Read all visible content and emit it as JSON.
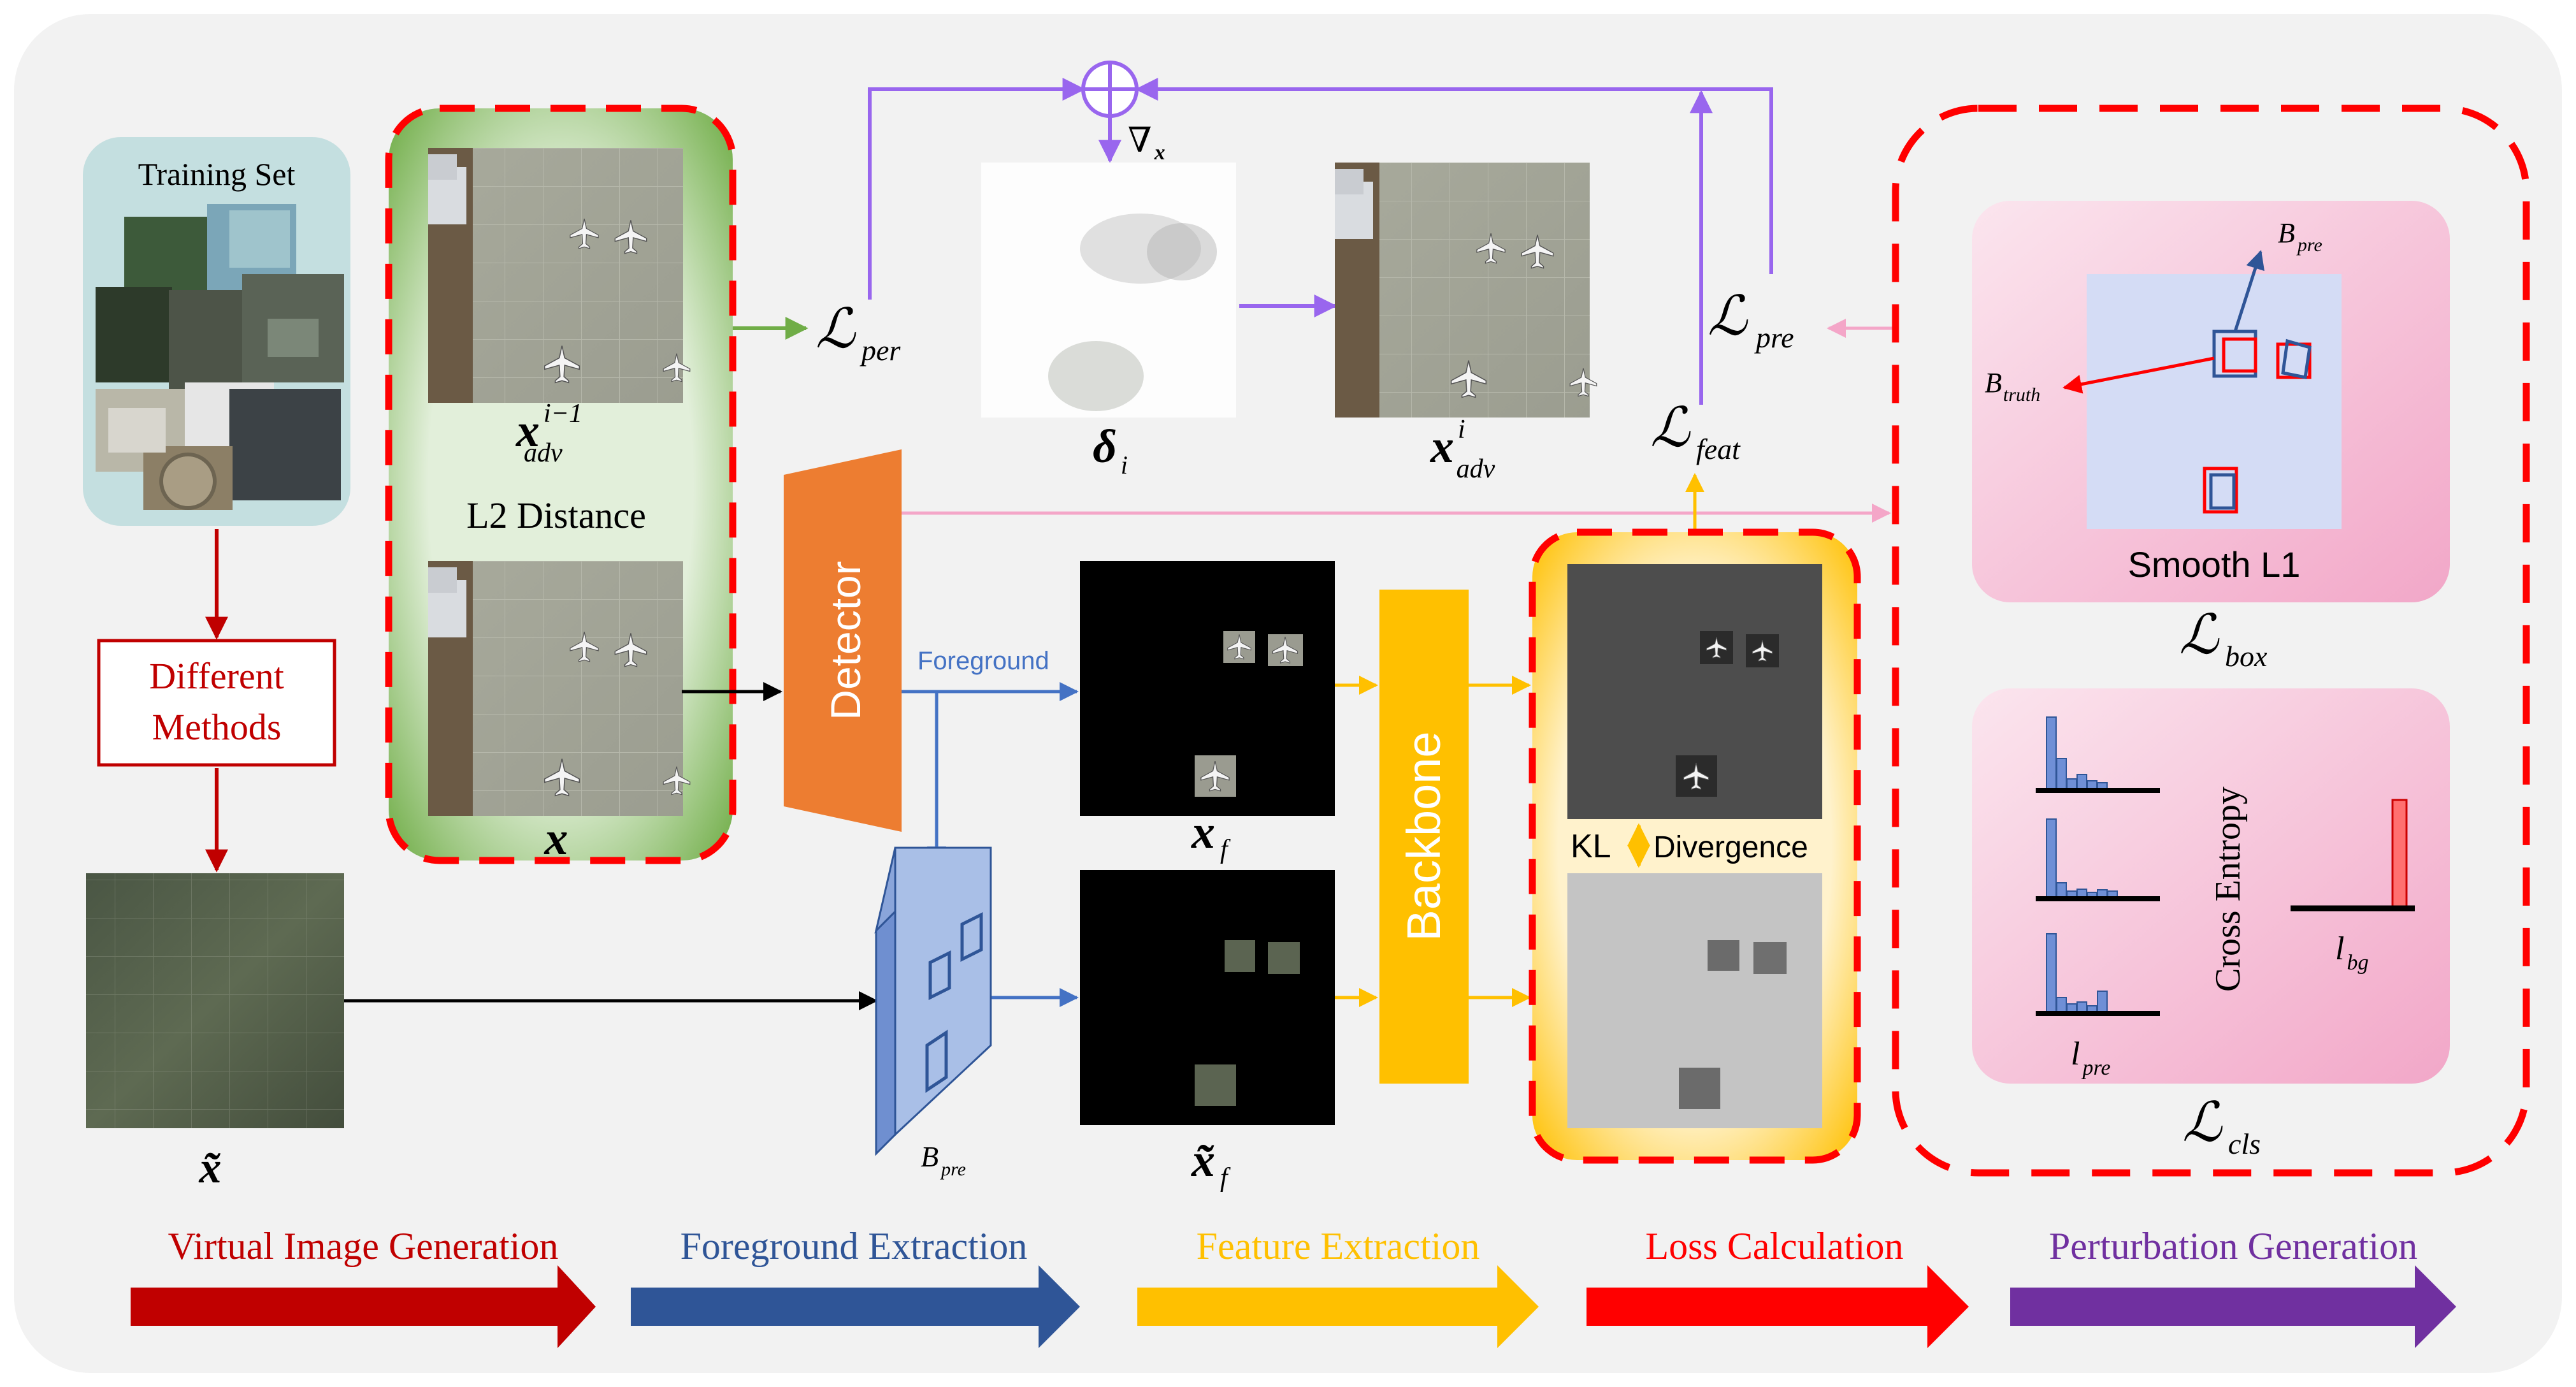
{
  "labels": {
    "training_set": "Training Set",
    "different_methods": [
      "Different",
      "Methods"
    ],
    "l2_distance": "L2 Distance",
    "detector": "Detector",
    "foreground": "Foreground",
    "backbone": "Backbone",
    "kl": "KL",
    "divergence": "Divergence",
    "smooth_l1": "Smooth L1",
    "cross_entropy": "Cross Entropy",
    "nabla": "∇",
    "nabla_sub": "x"
  },
  "math": {
    "x_adv_prev": {
      "base": "x",
      "sup": "i−1",
      "sub": "adv"
    },
    "x_adv_i": {
      "base": "x",
      "sup": "i",
      "sub": "adv"
    },
    "x": {
      "base": "x"
    },
    "x_tilde": {
      "base": "x̃"
    },
    "delta_i": {
      "base": "δ",
      "sub": "i"
    },
    "x_f": {
      "base": "x",
      "sub": "f"
    },
    "x_tilde_f": {
      "base": "x̃",
      "sub": "f"
    },
    "B_pre_detector": {
      "base": "B",
      "sub": "pre"
    },
    "B_pre_box": {
      "base": "B",
      "sub": "pre"
    },
    "B_truth": {
      "base": "B",
      "sub": "truth"
    },
    "l_pre": {
      "base": "l",
      "sub": "pre"
    },
    "l_bg": {
      "base": "l",
      "sub": "bg"
    }
  },
  "losses": {
    "per": {
      "base": "ℒ",
      "sub": "per"
    },
    "pre": {
      "base": "ℒ",
      "sub": "pre"
    },
    "feat": {
      "base": "ℒ",
      "sub": "feat"
    },
    "box": {
      "base": "ℒ",
      "sub": "box"
    },
    "cls": {
      "base": "ℒ",
      "sub": "cls"
    }
  },
  "stages": [
    {
      "label": "Virtual Image Generation",
      "color": "#c00000"
    },
    {
      "label": "Foreground Extraction",
      "color": "#2f5597"
    },
    {
      "label": "Feature Extraction",
      "color": "#ffc000"
    },
    {
      "label": "Loss Calculation",
      "color": "#ff0000"
    },
    {
      "label": "Perturbation Generation",
      "color": "#7030a0"
    }
  ],
  "colors": {
    "green_arrow": "#70ad47",
    "purple_arrow": "#9966ee",
    "pink_arrow": "#f4a6c8",
    "blue_arrow": "#4472c4",
    "yellow_arrow": "#ffc000",
    "dark_red": "#c00000",
    "detector_orange": "#ed7d31",
    "backbone_yellow": "#ffc000"
  }
}
